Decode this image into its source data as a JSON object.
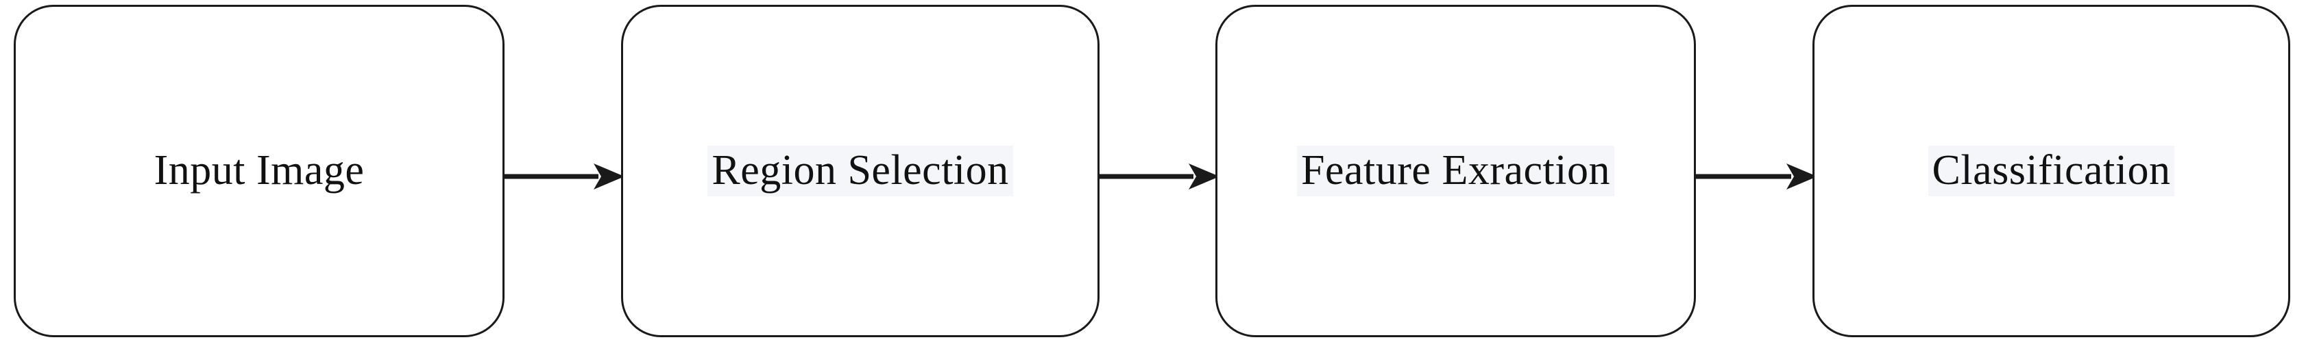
{
  "diagram": {
    "type": "flowchart",
    "orientation": "left-to-right",
    "background_color": "#ffffff",
    "stroke_color": "#1a1a1a",
    "text_color": "#111111",
    "highlight_color": "#f4f6f9",
    "stages": [
      {
        "id": "input-image",
        "label": "Input Image",
        "highlighted": false
      },
      {
        "id": "region-selection",
        "label": "Region Selection",
        "highlighted": true
      },
      {
        "id": "feature-extraction",
        "label": "Feature Exraction",
        "highlighted": true
      },
      {
        "id": "classification",
        "label": "Classification",
        "highlighted": true
      }
    ],
    "connectors": [
      {
        "id": "arrow-1",
        "from": "input-image",
        "to": "region-selection"
      },
      {
        "id": "arrow-2",
        "from": "region-selection",
        "to": "feature-extraction"
      },
      {
        "id": "arrow-3",
        "from": "feature-extraction",
        "to": "classification"
      }
    ]
  }
}
